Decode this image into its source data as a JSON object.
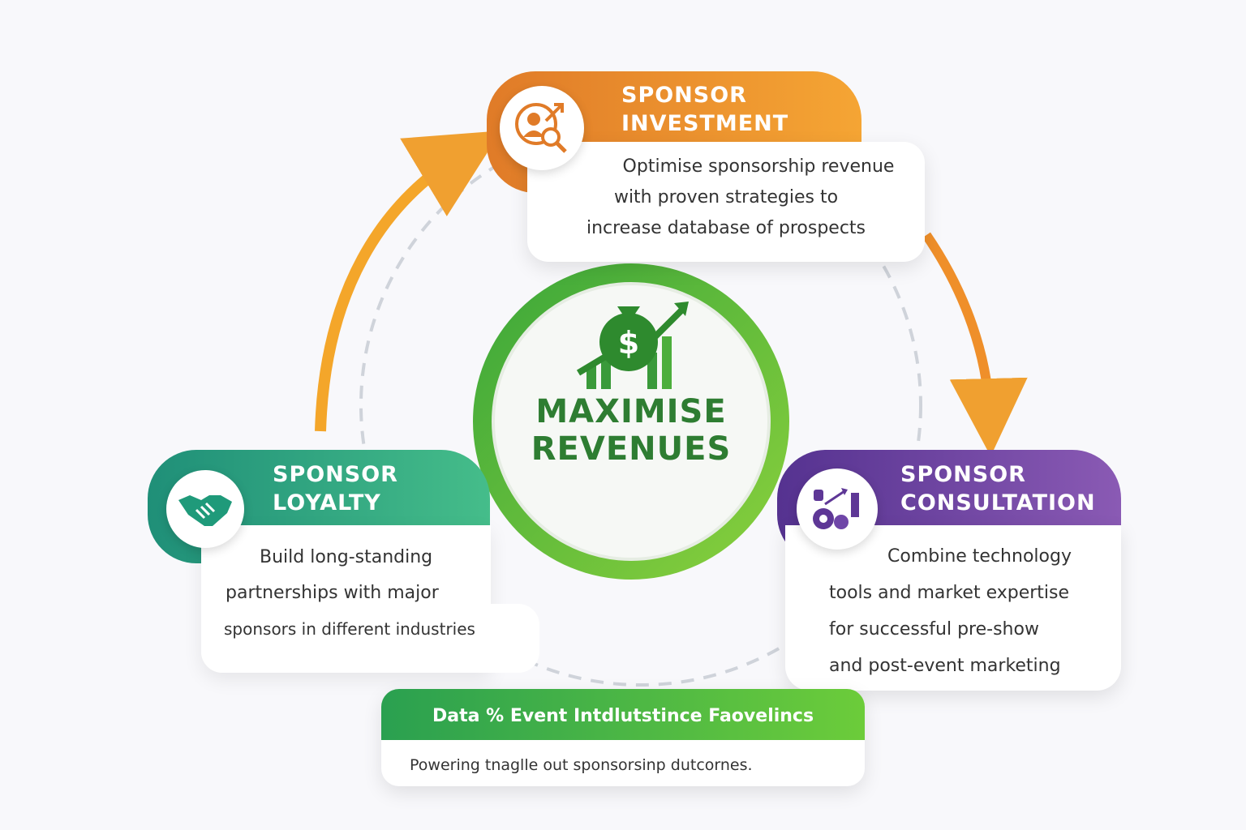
{
  "center": {
    "title_line1": "MAXIMISE",
    "title_line2": "REVENUES",
    "icon": "money-bag-growth-icon"
  },
  "cards": {
    "investment": {
      "title_line1": "SPONSOR",
      "title_line2": "INVESTMENT",
      "lines": [
        "Optimise sponsorship revenue",
        "with proven strategies to",
        "increase database of prospects"
      ],
      "icon": "user-search-growth-icon",
      "color": "#ee8a2a"
    },
    "loyalty": {
      "title_line1": "SPONSOR",
      "title_line2": "LOYALTY",
      "lines": [
        "Build long-standing",
        "partnerships with major",
        "sponsors in different industries"
      ],
      "icon": "handshake-icon",
      "color": "#2a9d7a"
    },
    "consultation": {
      "title_line1": "SPONSOR",
      "title_line2": "CONSULTATION",
      "lines": [
        "Combine technology",
        "tools and market expertise",
        "for successful pre-show",
        "and post-event marketing"
      ],
      "icon": "gear-chart-icon",
      "color": "#6a3fa0"
    }
  },
  "banner": {
    "title": "Data % Event Intdlutstince Faovelincs",
    "subtitle": "Powering tnaglle out sponsorsinp dutcornes."
  }
}
